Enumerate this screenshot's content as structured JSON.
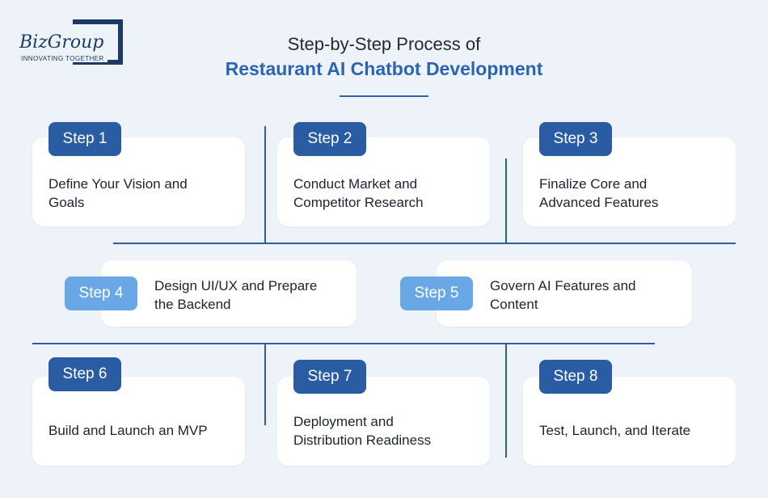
{
  "logo": {
    "word": "BizGroup",
    "tagline": "INNOVATING TOGETHER"
  },
  "header": {
    "title_line1": "Step-by-Step Process of",
    "title_line2": "Restaurant AI Chatbot Development"
  },
  "colors": {
    "accent": "#2b64b2",
    "badge_dark": "#2a5ca4",
    "badge_light": "#69a7e6",
    "background": "#eef3fa",
    "card": "#ffffff"
  },
  "steps": [
    {
      "label": "Step 1",
      "text": "Define Your Vision and\nGoals"
    },
    {
      "label": "Step 2",
      "text": "Conduct Market and\nCompetitor Research"
    },
    {
      "label": "Step 3",
      "text": "Finalize Core and\nAdvanced Features"
    },
    {
      "label": "Step 4",
      "text": "Design UI/UX and Prepare\nthe Backend"
    },
    {
      "label": "Step 5",
      "text": "Govern AI Features and\nContent"
    },
    {
      "label": "Step 6",
      "text": "Build and Launch an MVP"
    },
    {
      "label": "Step 7",
      "text": "Deployment and\nDistribution Readiness"
    },
    {
      "label": "Step 8",
      "text": "Test, Launch, and Iterate"
    }
  ]
}
